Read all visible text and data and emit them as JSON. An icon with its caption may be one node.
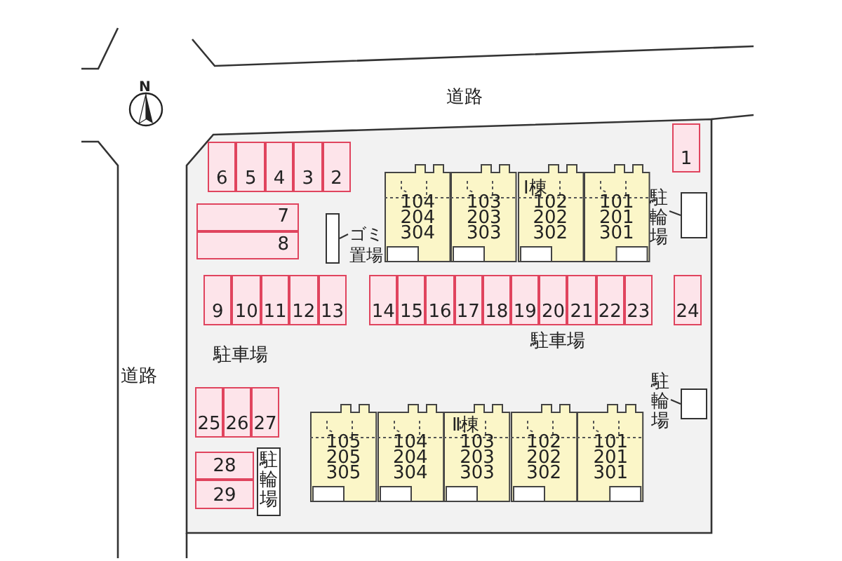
{
  "diagram": {
    "nodes": [
      {
        "text": [
          "1"
        ]
      },
      {
        "text": [
          "2"
        ]
      },
      {
        "text": [
          "3"
        ]
      },
      {
        "text": [
          "4"
        ]
      },
      {
        "text": [
          "5"
        ]
      },
      {
        "text": [
          "6"
        ]
      },
      {
        "text": [
          "7"
        ]
      },
      {
        "text": [
          "8"
        ]
      },
      {
        "text": [
          "9"
        ]
      },
      {
        "text": [
          "10"
        ]
      },
      {
        "text": [
          "11"
        ]
      },
      {
        "text": [
          "12"
        ]
      },
      {
        "text": [
          "13"
        ]
      },
      {
        "text": [
          "14"
        ]
      },
      {
        "text": [
          "15"
        ]
      },
      {
        "text": [
          "16"
        ]
      },
      {
        "text": [
          "17"
        ]
      },
      {
        "text": [
          "18"
        ]
      },
      {
        "text": [
          "19"
        ]
      },
      {
        "text": [
          "20"
        ]
      },
      {
        "text": [
          "21"
        ]
      },
      {
        "text": [
          "22"
        ]
      },
      {
        "text": [
          "23"
        ]
      },
      {
        "text": [
          "24"
        ]
      },
      {
        "text": [
          "25"
        ]
      },
      {
        "text": [
          "26"
        ]
      },
      {
        "text": [
          "27"
        ]
      },
      {
        "text": [
          "28"
        ]
      },
      {
        "text": [
          "29"
        ]
      },
      {
        "text": [
          "104 204 304"
        ]
      },
      {
        "text": [
          "103 203 303"
        ]
      },
      {
        "text": [
          "102 202 302"
        ]
      },
      {
        "text": [
          "101 201 301"
        ]
      },
      {
        "text": [
          "105 205 305"
        ]
      },
      {
        "text": [
          "104 204 304"
        ]
      },
      {
        "text": [
          "103 203 303"
        ]
      },
      {
        "text": [
          "102 202 302"
        ]
      },
      {
        "text": [
          "101 201 301"
        ]
      },
      {
        "text": [
          "駐輪場"
        ]
      },
      {
        "text": [],
        "shape": "box"
      },
      {
        "text": [
          "駐輪場"
        ]
      },
      {
        "text": [],
        "shape": "box"
      },
      {
        "text": [
          "ゴミ置場"
        ]
      },
      {
        "text": [],
        "shape": "box"
      },
      {
        "text": [
          "駐輪場"
        ]
      }
    ],
    "edges": [
      {
        "from": 38,
        "to": 39,
        "arrow": "none"
      },
      {
        "from": 40,
        "to": 41,
        "arrow": "none"
      },
      {
        "from": 42,
        "to": 43,
        "arrow": "none"
      }
    ],
    "labels": [
      "道路",
      "Ⅰ棟",
      "道路",
      "駐車場",
      "駐車場",
      "Ⅱ棟",
      "N"
    ]
  }
}
